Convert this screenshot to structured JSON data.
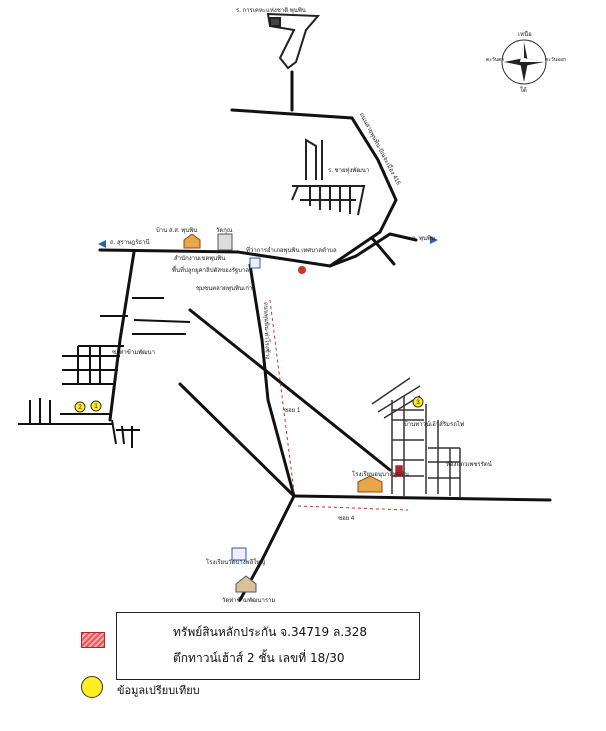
{
  "map": {
    "labels": {
      "wat_top": "ร. การเคหะแห่งชาติ พุนพิน",
      "road_diag": "ถนนสายพุนพิน-ปัณจะเมือง 416",
      "village_top": "ร. ชายทุ่งพัฒนา",
      "to_left": "ถ. สุราษฎร์ธานี",
      "to_right": "ถ. พุนพิน",
      "house_label": "บ้าน ส.ส. พุนพิน",
      "temple_label": "วัดกุณ",
      "office_label": "สำนักงานเขตพุนพิน",
      "district_label": "ที่ว่าการอำเภอพุนพิน เทศบาลตำบล",
      "store_label": "พื้นที่ปลูกยูคาลิปตัสของรัฐบาล",
      "market_label": "ชุมชนตลาดพุนพินเก่า",
      "road_vertical": "ถนนพุนพิน-ท่าโรงช้าง",
      "soi_left": "ซ. ท่าข้ามพัฒนา",
      "sub_label": "ซอย 1",
      "project1": "บ้านทาวน์เฮ้าส์ริมรถไฟ",
      "project2": "ห้องแถวเพชรรัตน์",
      "school_right": "โรงเรียนอนุบาลพุนพิน",
      "dist_bottom": "ซอย 4",
      "school_bottom": "โรงเรียนวัดบางพลีใหญ่",
      "wat_bottom": "วัดท่าข้ามพัฒนาราม"
    },
    "markers": [
      {
        "id": "1",
        "role": "comparable"
      },
      {
        "id": "2",
        "role": "comparable"
      },
      {
        "id": "3",
        "role": "comparable"
      }
    ],
    "compass": {
      "north": "เหนือ",
      "south": "ใต้",
      "east": "ตะวันออก",
      "west": "ตะวันตก"
    }
  },
  "legend": {
    "line1": "ทรัพย์สินหลักประกัน จ.34719 ล.328",
    "line2": "ตึกทาวน์เฮ้าส์ 2 ชั้น เลขที่ 18/30",
    "dot_label": "ข้อมูลเปรียบเทียบ"
  },
  "colors": {
    "collateral": "#e25a5a",
    "comparable": "#ffee22",
    "arrow": "#2a5fb0"
  }
}
